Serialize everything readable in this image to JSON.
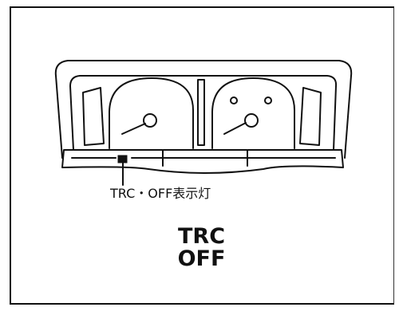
{
  "callout": {
    "label": "TRC・OFF表示灯"
  },
  "indicator": {
    "line1": "TRC",
    "line2": "OFF"
  }
}
